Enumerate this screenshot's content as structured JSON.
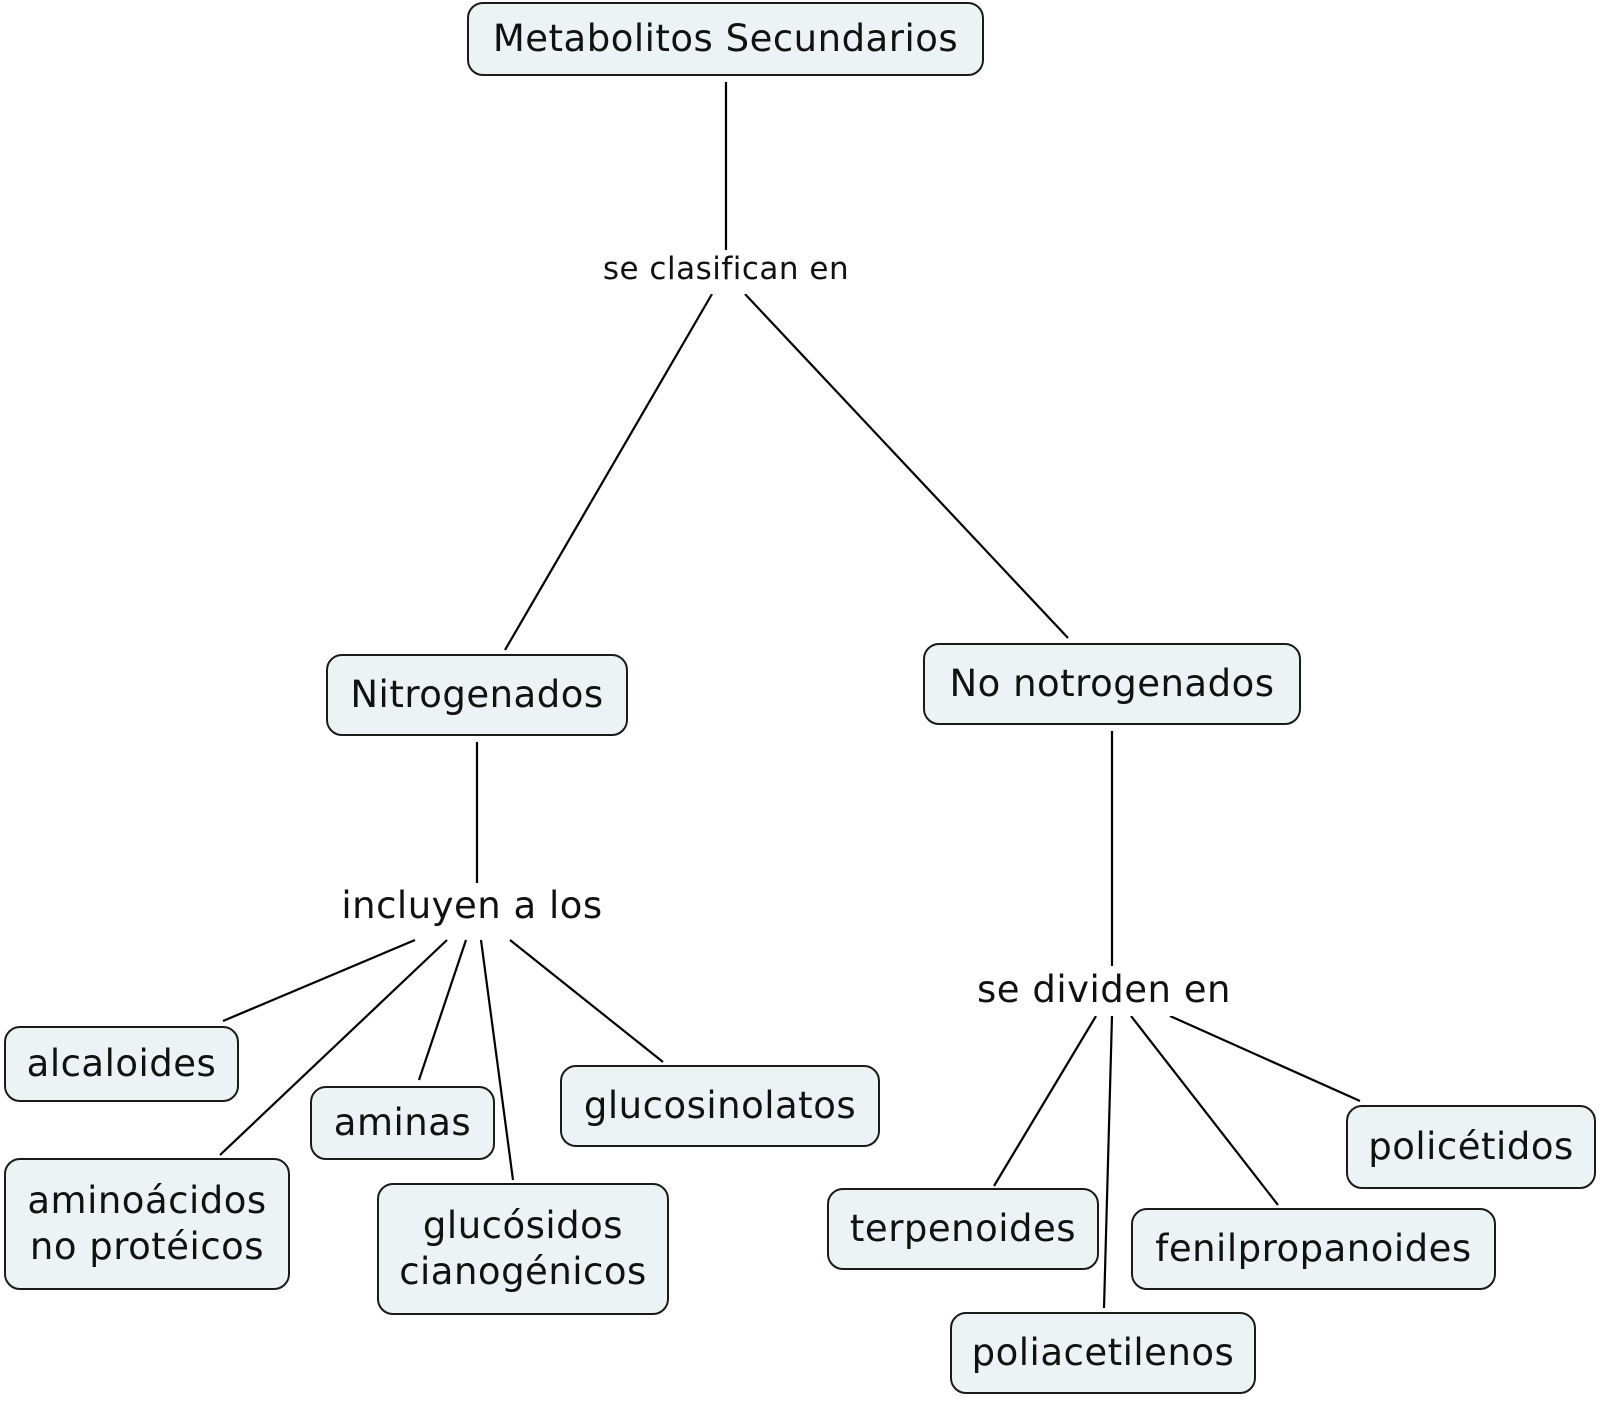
{
  "diagram": {
    "root": "Metabolitos Secundarios",
    "root_link": "se clasifican en",
    "nitrogenados": {
      "label": "Nitrogenados",
      "link": "incluyen a los",
      "children": {
        "alcaloides": "alcaloides",
        "aminoacidos_line1": "aminoácidos",
        "aminoacidos_line2": "no protéicos",
        "aminas": "aminas",
        "glucosidos_line1": "glucósidos",
        "glucosidos_line2": "cianogénicos",
        "glucosinolatos": "glucosinolatos"
      }
    },
    "no_nitrogenados": {
      "label": "No notrogenados",
      "link": "se dividen en",
      "children": {
        "terpenoides": "terpenoides",
        "poliacetilenos": "poliacetilenos",
        "fenilpropanoides": "fenilpropanoides",
        "policetidos": "policétidos"
      }
    }
  }
}
